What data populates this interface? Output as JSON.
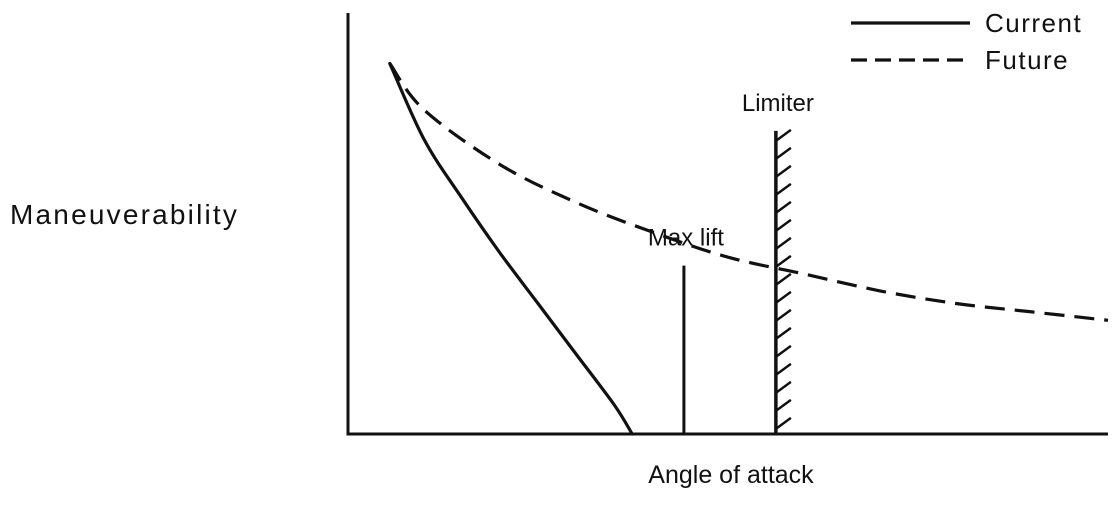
{
  "chart_data": {
    "type": "line",
    "title": "",
    "xlabel": "Angle of attack",
    "ylabel": "Maneuverability",
    "xlim": [
      0,
      100
    ],
    "ylim": [
      0,
      100
    ],
    "grid": false,
    "legend_position": "top-right",
    "ink_color": "#111111",
    "series": [
      {
        "name": "Current",
        "style": "solid",
        "x": [
          5.5,
          10,
          15,
          20,
          25,
          30,
          35,
          37.4
        ],
        "y": [
          88,
          70,
          56,
          43,
          31,
          19,
          7,
          0
        ]
      },
      {
        "name": "Future",
        "style": "dashed",
        "x": [
          5.5,
          10,
          20,
          30,
          40,
          50,
          60,
          70,
          80,
          90,
          100
        ],
        "y": [
          88,
          77,
          64,
          55,
          48,
          42,
          38,
          34,
          31,
          29,
          27
        ]
      }
    ],
    "annotations": [
      {
        "text": "Max lift",
        "x": 44.2,
        "marker_top": 40
      },
      {
        "text": "Limiter",
        "x": 56.3,
        "marker_top": 72
      }
    ]
  }
}
